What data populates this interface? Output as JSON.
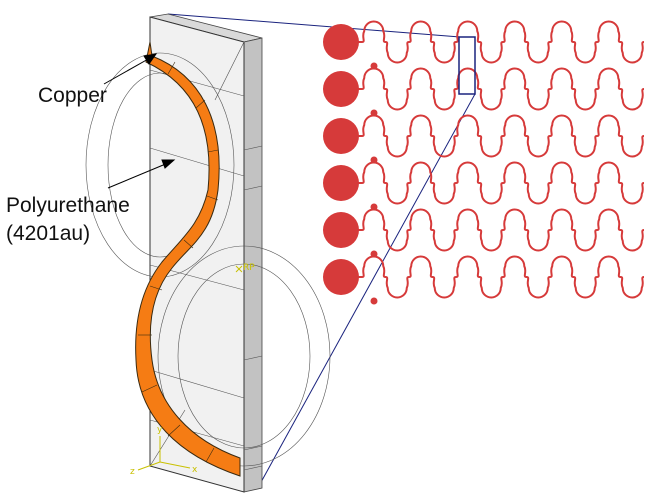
{
  "labels": {
    "copper": "Copper",
    "polyurethane": "Polyurethane",
    "polyurethane_grade": "(4201au)"
  },
  "triad": {
    "z": "z",
    "x": "x",
    "y": "y"
  },
  "reference_point": "RP",
  "colors": {
    "copper": "#f57c14",
    "pad": "#d63a3a",
    "trace": "#d63a3a",
    "body_face": "#efefef",
    "body_side": "#c8c8c8",
    "zoom_lines": "#1a237e"
  },
  "serpentine": {
    "pads": 6,
    "rows": 6,
    "loops_per_row": 12
  }
}
